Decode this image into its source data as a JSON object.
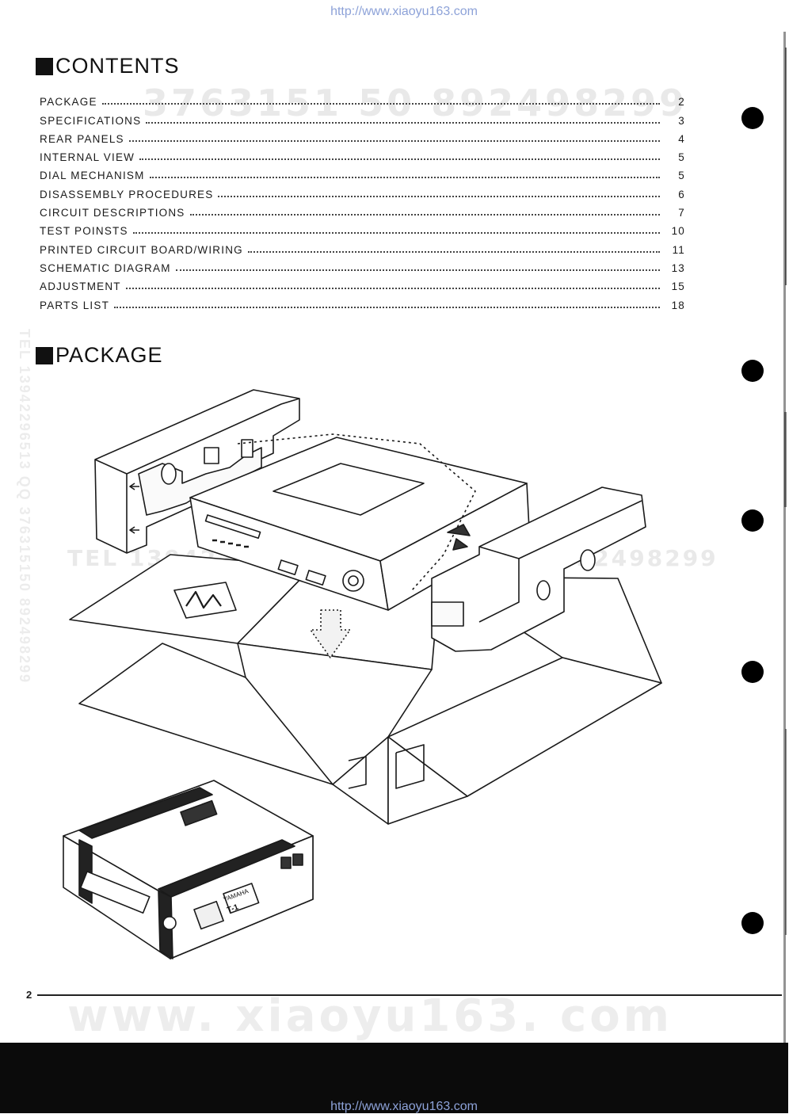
{
  "header": {
    "url": "http://www.xiaoyu163.com"
  },
  "contents": {
    "title": "CONTENTS",
    "items": [
      {
        "title": "PACKAGE",
        "page": "2"
      },
      {
        "title": "SPECIFICATIONS",
        "page": "3"
      },
      {
        "title": "REAR PANELS",
        "page": "4"
      },
      {
        "title": "INTERNAL VIEW",
        "page": "5"
      },
      {
        "title": "DIAL MECHANISM",
        "page": "5"
      },
      {
        "title": "DISASSEMBLY PROCEDURES",
        "page": "6"
      },
      {
        "title": "CIRCUIT DESCRIPTIONS",
        "page": "7"
      },
      {
        "title": "TEST POINSTS",
        "page": "10"
      },
      {
        "title": "PRINTED CIRCUIT BOARD/WIRING",
        "page": "11"
      },
      {
        "title": "SCHEMATIC DIAGRAM",
        "page": "13"
      },
      {
        "title": "ADJUSTMENT",
        "page": "15"
      },
      {
        "title": "PARTS LIST",
        "page": "18"
      }
    ]
  },
  "package": {
    "title": "PACKAGE",
    "box_label_brand": "YAMAHA",
    "box_label_model": "T-1"
  },
  "watermarks": {
    "top": "3763151 50 892498299",
    "middle": "TEL 13942296513 QQ 376315150 892498299",
    "vertical": "TEL 13942296513 QQ 376315150 892498299",
    "bottom": "www. xiaoyu163. com"
  },
  "footer": {
    "page_number": "2",
    "url": "http://www.xiaoyu163.com"
  }
}
